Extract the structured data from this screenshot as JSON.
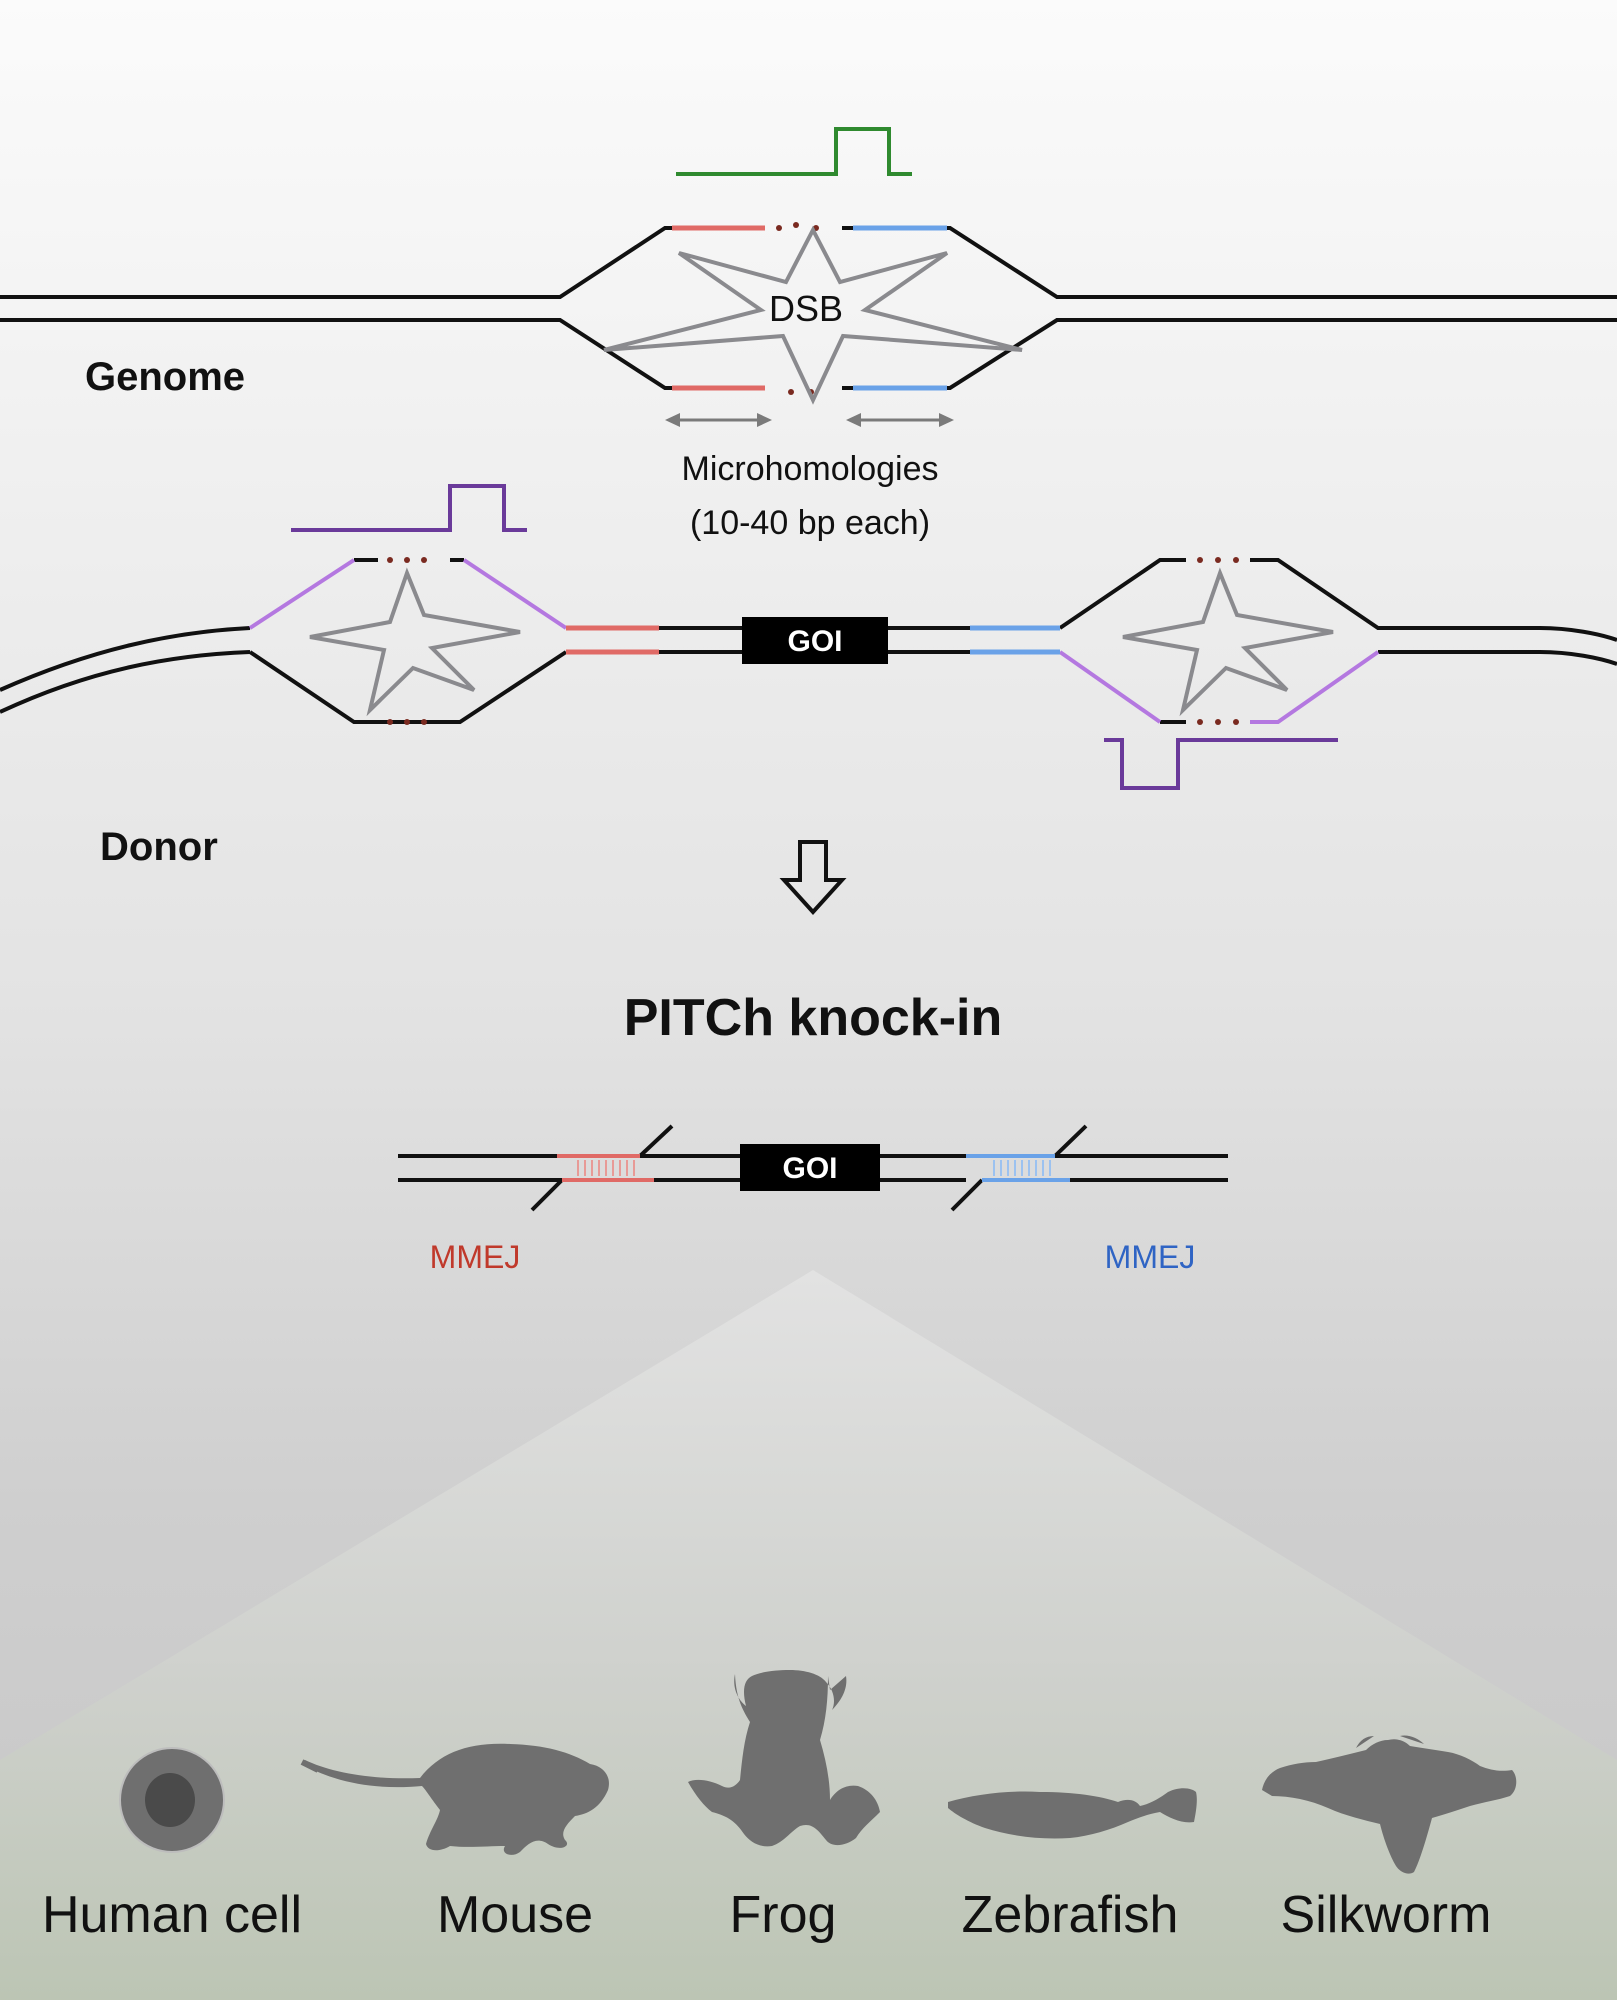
{
  "labels": {
    "genome": "Genome",
    "dsb": "DSB",
    "microhomologies_line1": "Microhomologies",
    "microhomologies_line2": "(10-40 bp each)",
    "donor": "Donor",
    "goi": "GOI",
    "result_title": "PITCh knock-in",
    "mmej_left": "MMEJ",
    "mmej_right": "MMEJ"
  },
  "organisms": [
    {
      "name": "Human cell",
      "icon": "human-cell-icon"
    },
    {
      "name": "Mouse",
      "icon": "mouse-icon"
    },
    {
      "name": "Frog",
      "icon": "frog-icon"
    },
    {
      "name": "Zebrafish",
      "icon": "zebrafish-icon"
    },
    {
      "name": "Silkworm",
      "icon": "silkworm-icon"
    }
  ],
  "colors": {
    "microhomology_left": "#e06a66",
    "microhomology_right": "#6aa2e8",
    "mmej_left_text": "#c0392b",
    "mmej_right_text": "#2f64c4",
    "genome_guide": "#2f8a2f",
    "donor_guide": "#6a3a9a",
    "donor_arm": "#b478e0",
    "star": "#8a8a8e",
    "silhouette": "#6f6f6f"
  }
}
